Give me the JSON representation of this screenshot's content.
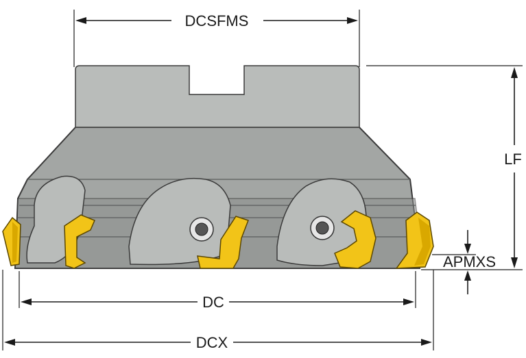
{
  "dimensions": {
    "dcsfms": "DCSFMS",
    "lf": "LF",
    "apmxs": "APMXS",
    "dc": "DC",
    "dcx": "DCX"
  },
  "colors": {
    "body": "#a3a6a4",
    "insert": "#f2c418",
    "lines": "#1a1a1a"
  },
  "icons": {
    "tool": "face-milling-cutter-icon",
    "insert": "cutting-insert-icon",
    "screw": "clamp-screw-icon"
  }
}
